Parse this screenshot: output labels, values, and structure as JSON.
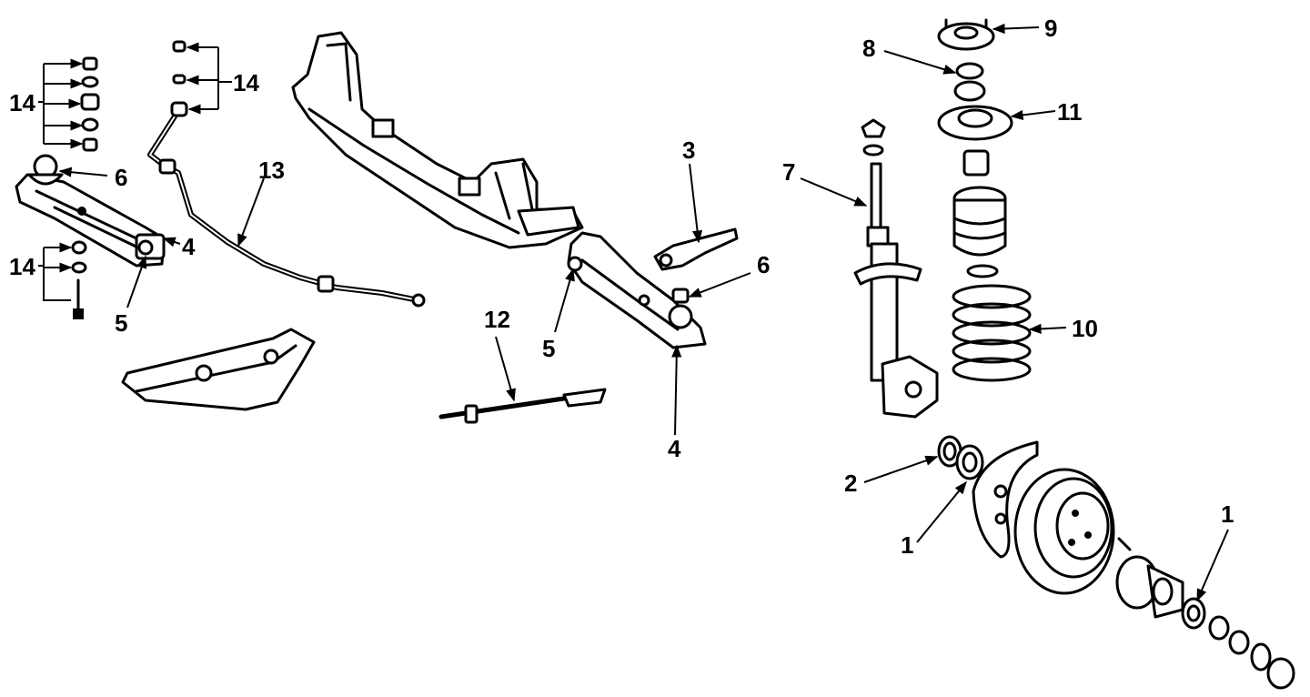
{
  "callouts": {
    "c1a": "1",
    "c1b": "1",
    "c2": "2",
    "c3": "3",
    "c4a": "4",
    "c4b": "4",
    "c5a": "5",
    "c5b": "5",
    "c6a": "6",
    "c6b": "6",
    "c7": "7",
    "c8": "8",
    "c9": "9",
    "c10": "10",
    "c11": "11",
    "c12": "12",
    "c13": "13",
    "c14a": "14",
    "c14b": "14",
    "c14c": "14"
  }
}
